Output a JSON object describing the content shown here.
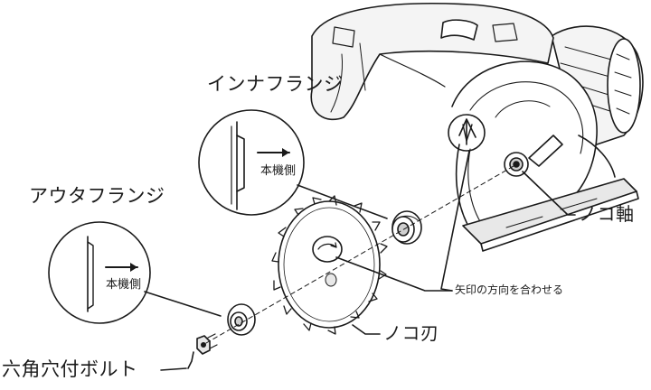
{
  "labels": {
    "inner_flange": "インナフランジ",
    "outer_flange": "アウタフランジ",
    "machine_side_inner": "本機側",
    "machine_side_outer": "本機側",
    "saw_shaft": "ノコ軸",
    "arrow_direction": "矢印の方向を合わせる",
    "saw_blade": "ノコ刃",
    "hex_bolt": "六角穴付ボルト"
  },
  "colors": {
    "line": "#1a1a1a",
    "fill": "#ffffff",
    "shade": "#cfcfcf"
  }
}
